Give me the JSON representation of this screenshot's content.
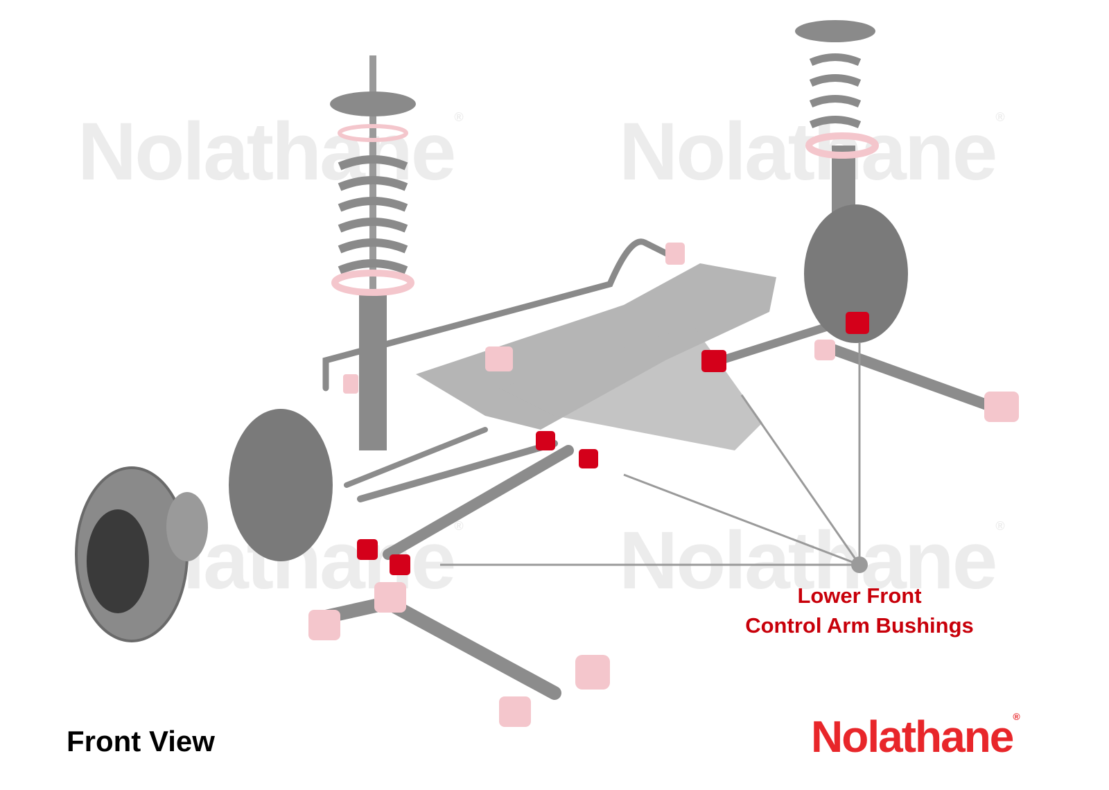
{
  "watermark": {
    "text": "Nolathane",
    "mark": "®"
  },
  "callout": {
    "line1": "Lower Front",
    "line2": "Control Arm Bushings",
    "color": "#c8000a"
  },
  "view_label": "Front View",
  "brand_logo": {
    "text": "Nolathane",
    "mark": "®",
    "color": "#e8262a"
  },
  "colors": {
    "part_gray": "#8a8a8a",
    "bushing_red": "#d4001a",
    "bushing_pink": "#f4c6cc",
    "leader_line": "#9a9a9a"
  }
}
